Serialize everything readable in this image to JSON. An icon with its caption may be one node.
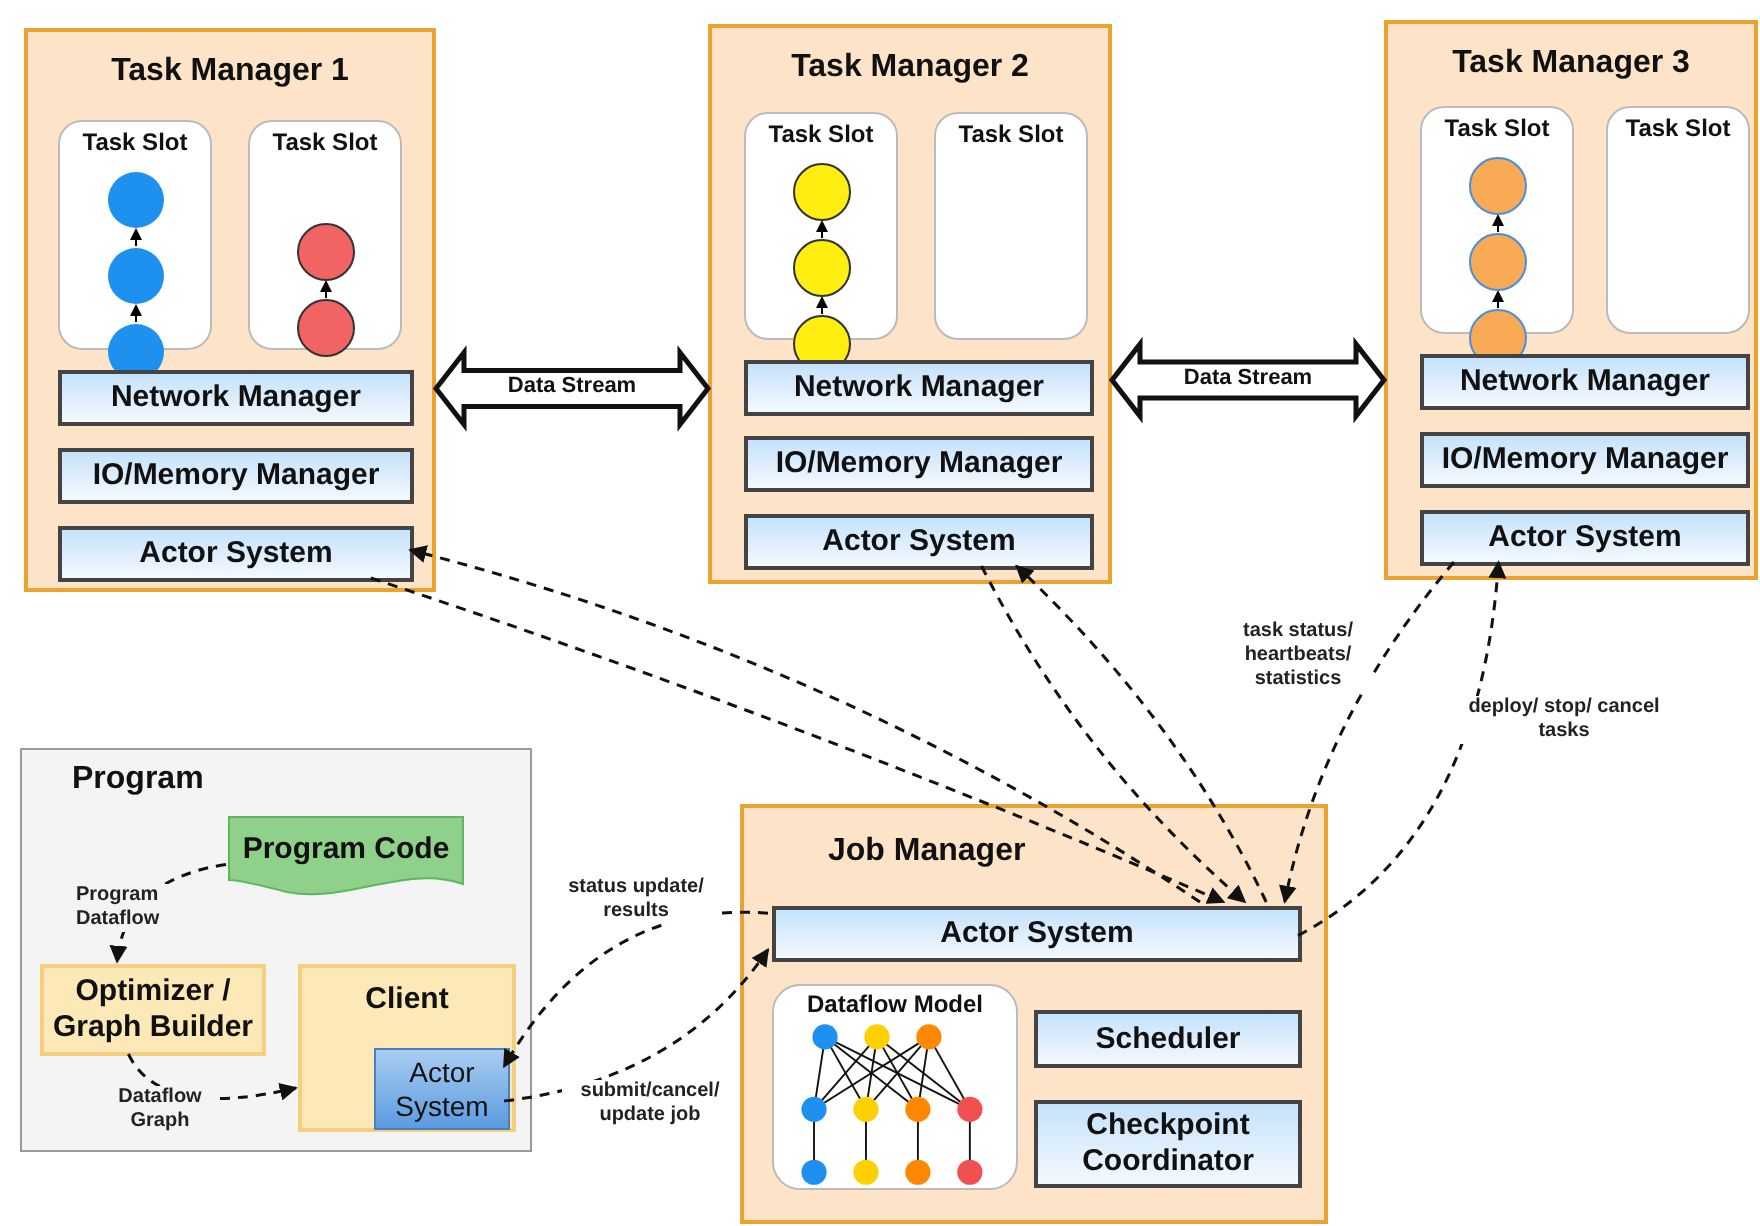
{
  "diagram": {
    "nodes": [
      {
        "text": [
          "Task Manager 1"
        ]
      },
      {
        "text": [
          "Task Slot"
        ],
        "in": 0
      },
      {
        "text": [
          "Task Slot"
        ],
        "in": 0
      },
      {
        "text": [
          "Network Manager"
        ],
        "in": 0
      },
      {
        "text": [
          "IO/Memory Manager"
        ],
        "in": 0
      },
      {
        "text": [
          "Actor System"
        ],
        "in": 0
      },
      {
        "text": [
          "Task Manager 2"
        ]
      },
      {
        "text": [
          "Task Slot"
        ],
        "in": 6
      },
      {
        "text": [
          "Task Slot"
        ],
        "in": 6
      },
      {
        "text": [
          "Network Manager"
        ],
        "in": 6
      },
      {
        "text": [
          "IO/Memory Manager"
        ],
        "in": 6
      },
      {
        "text": [
          "Actor System"
        ],
        "in": 6
      },
      {
        "text": [
          "Task Manager 3"
        ]
      },
      {
        "text": [
          "Task Slot"
        ],
        "in": 12
      },
      {
        "text": [
          "Task Slot"
        ],
        "in": 12
      },
      {
        "text": [
          "Network Manager"
        ],
        "in": 12
      },
      {
        "text": [
          "IO/Memory Manager"
        ],
        "in": 12
      },
      {
        "text": [
          "Actor System"
        ],
        "in": 12
      },
      {
        "text": [
          "Program"
        ]
      },
      {
        "text": [
          "Program Code"
        ],
        "in": 18
      },
      {
        "text": [
          "Optimizer / Graph Builder"
        ],
        "in": 18
      },
      {
        "text": [
          "Client"
        ],
        "in": 18
      },
      {
        "text": [
          "Actor System"
        ],
        "in": 21
      },
      {
        "text": [
          "Job Manager"
        ]
      },
      {
        "text": [
          "Actor System"
        ],
        "in": 23
      },
      {
        "text": [
          "Dataflow Model"
        ],
        "in": 23
      },
      {
        "text": [
          "Scheduler"
        ],
        "in": 23
      },
      {
        "text": [
          "Checkpoint Coordinator"
        ],
        "in": 23
      }
    ],
    "edges": [
      {
        "from": 0,
        "to": 6,
        "arrow": "both",
        "label": "Data Stream",
        "style": "thick"
      },
      {
        "from": 6,
        "to": 12,
        "arrow": "both",
        "label": "Data Stream",
        "style": "thick"
      },
      {
        "from": 24,
        "to": 5,
        "arrow": "to",
        "style": "dashed"
      },
      {
        "from": 5,
        "to": 24,
        "arrow": "to",
        "style": "dashed"
      },
      {
        "from": 11,
        "to": 24,
        "arrow": "to",
        "style": "dashed"
      },
      {
        "from": 24,
        "to": 11,
        "arrow": "to",
        "style": "dashed"
      },
      {
        "from": 17,
        "to": 24,
        "arrow": "to",
        "label": "task status/ heartbeats/ statistics",
        "style": "dashed"
      },
      {
        "from": 24,
        "to": 17,
        "arrow": "to",
        "label": "deploy/ stop/ cancel tasks",
        "style": "dashed"
      },
      {
        "from": 22,
        "to": 24,
        "arrow": "to",
        "label": "submit/cancel/ update job",
        "style": "dashed"
      },
      {
        "from": 24,
        "to": 22,
        "arrow": "to",
        "label": "status update/ results",
        "style": "dashed"
      },
      {
        "from": 19,
        "to": 20,
        "arrow": "to",
        "label": "Program Dataflow",
        "style": "dashed"
      },
      {
        "from": 20,
        "to": 21,
        "arrow": "to",
        "label": "Dataflow Graph",
        "style": "dashed"
      }
    ]
  }
}
